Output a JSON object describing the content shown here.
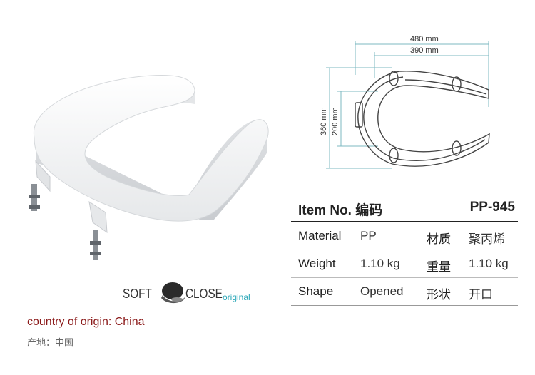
{
  "logo": {
    "soft": "SOFT",
    "close": "CLOSE",
    "original": "original"
  },
  "origin": {
    "en": "country of origin: China",
    "cn": "产地：中国"
  },
  "diagram": {
    "width_outer": "480 mm",
    "width_inner": "390 mm",
    "height_outer": "360 mm",
    "height_inner": "200 mm"
  },
  "spec": {
    "item_label": "Item No.  编码",
    "item_code": "PP-945",
    "rows": [
      {
        "label": "Material",
        "value": "PP",
        "label_cn": "材质",
        "value_cn": "聚丙烯"
      },
      {
        "label": "Weight",
        "value": "1.10 kg",
        "label_cn": "重量",
        "value_cn": "1.10 kg"
      },
      {
        "label": "Shape",
        "value": "Opened",
        "label_cn": "形状",
        "value_cn": "开口"
      }
    ]
  }
}
